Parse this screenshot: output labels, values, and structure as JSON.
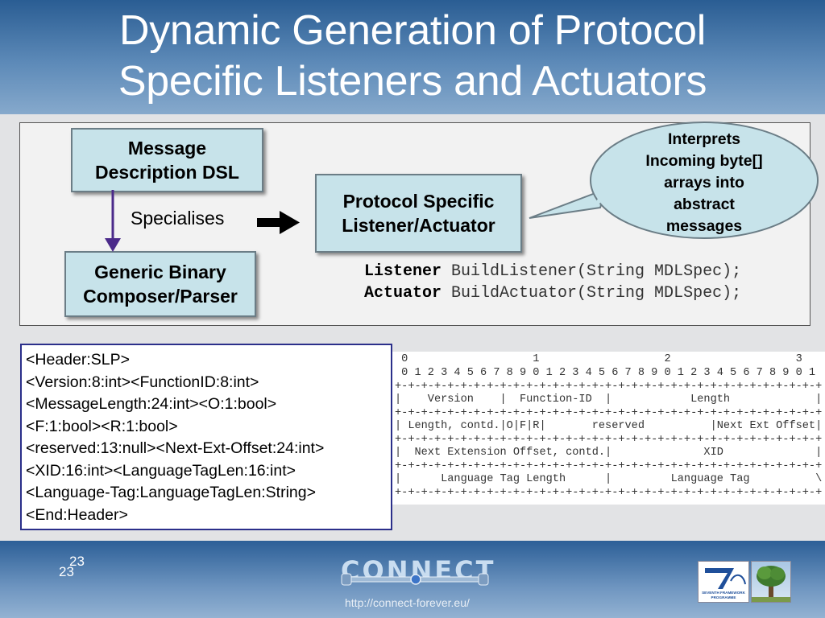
{
  "slide": {
    "title_line1": "Dynamic Generation of Protocol",
    "title_line2": "Specific Listeners and Actuators",
    "page_number": "23",
    "page_number_shadow": "23"
  },
  "diagram": {
    "message_dsl": [
      "Message",
      "Description DSL"
    ],
    "generic_binary": [
      "Generic Binary",
      "Composer/Parser"
    ],
    "specialises": "Specialises",
    "protocol_listener": [
      "Protocol Specific",
      "Listener/Actuator"
    ],
    "callout": [
      "Interprets",
      "Incoming byte[]",
      "arrays into",
      "abstract",
      "messages"
    ],
    "code": [
      {
        "type": "Listener",
        "sig": " BuildListener(String MDLSpec);"
      },
      {
        "type": "Actuator",
        "sig": " BuildActuator(String MDLSpec);"
      }
    ]
  },
  "spec_lines": [
    "<Header:SLP>",
    "<Version:8:int><FunctionID:8:int>",
    "<MessageLength:24:int><O:1:bool>",
    "<F:1:bool><R:1:bool>",
    "<reserved:13:null><Next-Ext-Offset:24:int>",
    "<XID:16:int><LanguageTagLen:16:int>",
    "<Language-Tag:LanguageTagLen:String>",
    "<End:Header>"
  ],
  "packet_lines": [
    " 0                   1                   2                   3",
    " 0 1 2 3 4 5 6 7 8 9 0 1 2 3 4 5 6 7 8 9 0 1 2 3 4 5 6 7 8 9 0 1",
    "+-+-+-+-+-+-+-+-+-+-+-+-+-+-+-+-+-+-+-+-+-+-+-+-+-+-+-+-+-+-+-+-+",
    "|    Version    |  Function-ID  |            Length             |",
    "+-+-+-+-+-+-+-+-+-+-+-+-+-+-+-+-+-+-+-+-+-+-+-+-+-+-+-+-+-+-+-+-+",
    "| Length, contd.|O|F|R|       reserved          |Next Ext Offset|",
    "+-+-+-+-+-+-+-+-+-+-+-+-+-+-+-+-+-+-+-+-+-+-+-+-+-+-+-+-+-+-+-+-+",
    "|  Next Extension Offset, contd.|              XID              |",
    "+-+-+-+-+-+-+-+-+-+-+-+-+-+-+-+-+-+-+-+-+-+-+-+-+-+-+-+-+-+-+-+-+",
    "|      Language Tag Length      |         Language Tag          \\",
    "+-+-+-+-+-+-+-+-+-+-+-+-+-+-+-+-+-+-+-+-+-+-+-+-+-+-+-+-+-+-+-+-+"
  ],
  "footer": {
    "logo": "CONNECT",
    "url": "http://connect-forever.eu/",
    "fp7_text": [
      "SEVENTH FRAMEWORK",
      "PROGRAMME"
    ]
  },
  "colors": {
    "box_fill": "#c7e3ea",
    "arrow": "#4b2a8a",
    "spec_border": "#2b2f8a"
  }
}
